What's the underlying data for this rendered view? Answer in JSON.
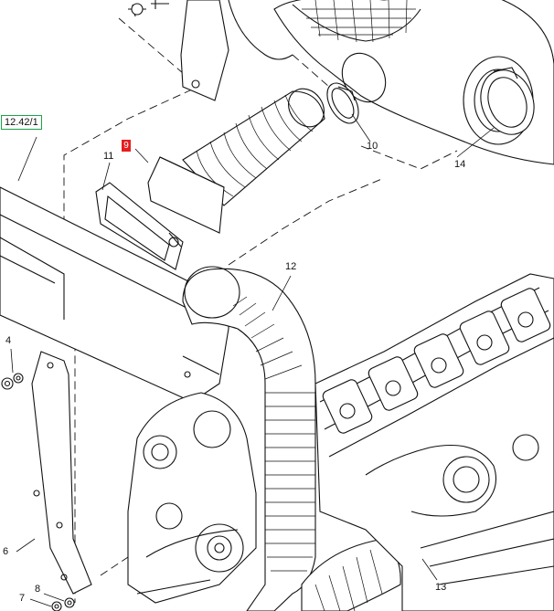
{
  "reference": {
    "label": "12.42/1",
    "color": "#19a34a"
  },
  "highlight": {
    "label": "9",
    "color": "#e41f1f"
  },
  "callouts": {
    "c4": "4",
    "c6": "6",
    "c7": "7",
    "c8": "8",
    "c10": "10",
    "c11": "11",
    "c12": "12",
    "c13": "13",
    "c14": "14"
  }
}
